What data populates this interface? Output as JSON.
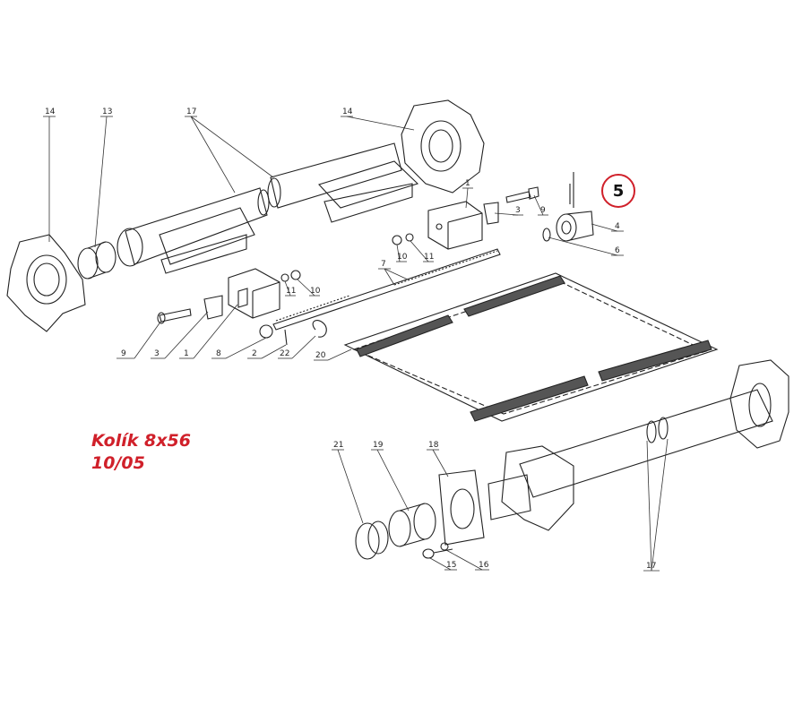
{
  "annotation": {
    "part_name": "Kolík 8x56",
    "part_code": "10/05",
    "highlight_number": "5",
    "accent_color": "#d0202a"
  },
  "part_labels": {
    "l14a": "14",
    "l13": "13",
    "l17a": "17",
    "l14b": "14",
    "l1a": "1",
    "l3a": "3",
    "l9a": "9",
    "l4": "4",
    "l6": "6",
    "l10a": "10",
    "l11a": "11",
    "l7": "7",
    "l11b": "11",
    "l10b": "10",
    "l9b": "9",
    "l3b": "3",
    "l1b": "1",
    "l8": "8",
    "l2": "2",
    "l22": "22",
    "l20": "20",
    "l21": "21",
    "l19": "19",
    "l18": "18",
    "l15": "15",
    "l16": "16",
    "l17b": "17"
  }
}
